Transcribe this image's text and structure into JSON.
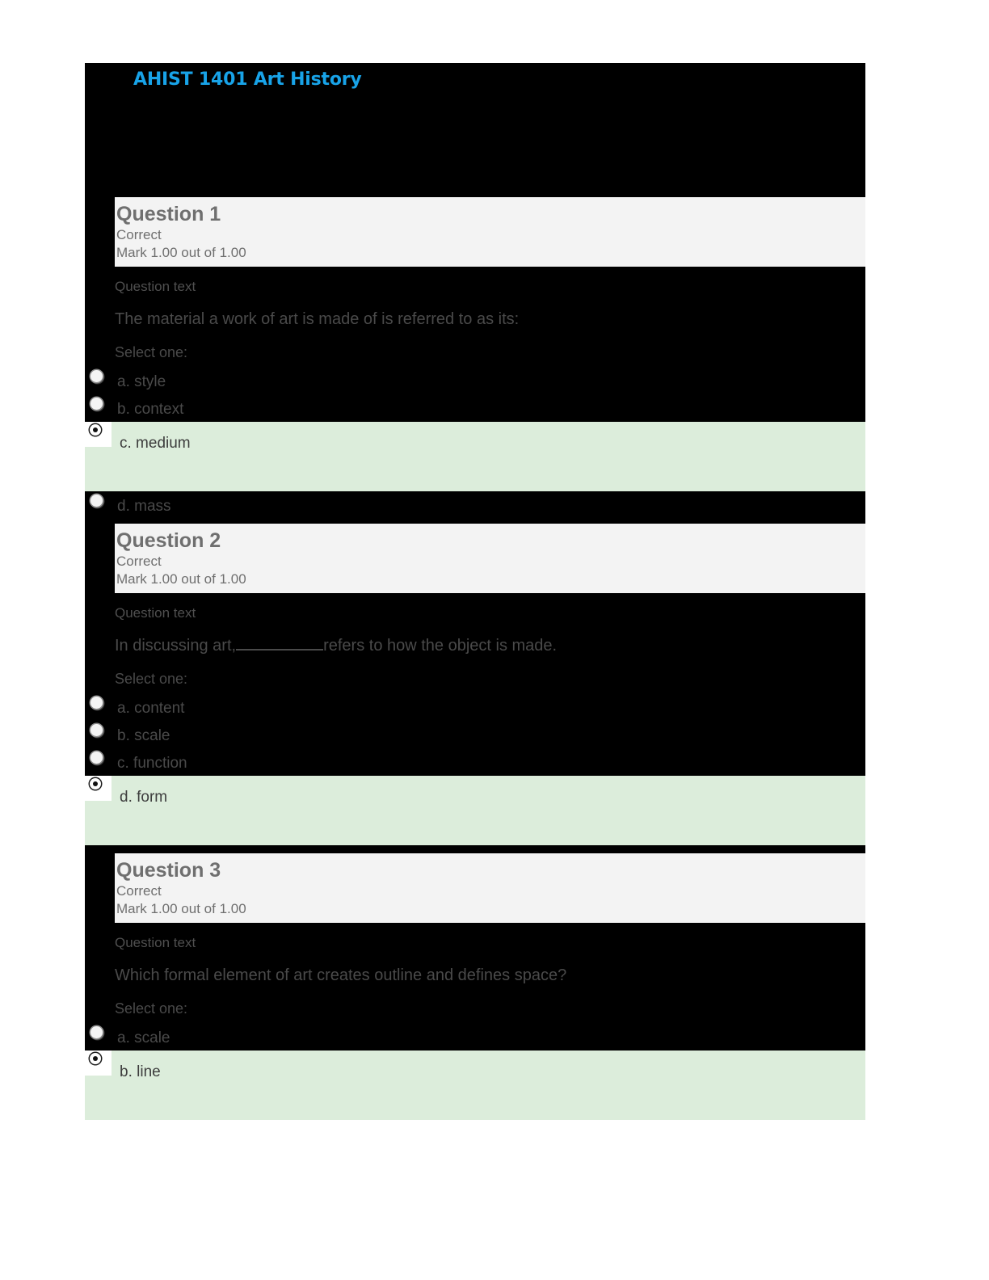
{
  "document": {
    "course_title": "AHIST 1401 Art History"
  },
  "labels": {
    "question_text_label": "Question text",
    "select_one_label": "Select one:"
  },
  "colors": {
    "page_background": "#ffffff",
    "document_background": "#000000",
    "header_background": "#f3f3f3",
    "correct_highlight": "#dceddb",
    "title_accent": "#18a3e8",
    "body_text": "#4a4a4a",
    "header_text": "#6f6f6f"
  },
  "questions": [
    {
      "number": "Question 1",
      "state": "Correct",
      "mark": "Mark 1.00 out of 1.00",
      "question_text_label": "Question text",
      "text": "The material a work of art is made of is referred to as its:",
      "select_one": "Select one:",
      "options": [
        {
          "label": "a. style",
          "selected": false
        },
        {
          "label": "b. context",
          "selected": false
        },
        {
          "label": "c. medium",
          "selected": true
        },
        {
          "label": "d. mass",
          "selected": false
        }
      ]
    },
    {
      "number": "Question 2",
      "state": "Correct",
      "mark": "Mark 1.00 out of 1.00",
      "question_text_label": "Question text",
      "text_before_blank": "In discussing art,",
      "text_after_blank": "refers to how the object is made.",
      "select_one": "Select one:",
      "options": [
        {
          "label": "a. content",
          "selected": false
        },
        {
          "label": "b. scale",
          "selected": false
        },
        {
          "label": "c. function",
          "selected": false
        },
        {
          "label": "d. form",
          "selected": true
        }
      ]
    },
    {
      "number": "Question 3",
      "state": "Correct",
      "mark": "Mark 1.00 out of 1.00",
      "question_text_label": "Question text",
      "text": "Which formal element of art creates outline and defines space?",
      "select_one": "Select one:",
      "options": [
        {
          "label": "a. scale",
          "selected": false
        },
        {
          "label": "b. line",
          "selected": true
        }
      ]
    }
  ]
}
